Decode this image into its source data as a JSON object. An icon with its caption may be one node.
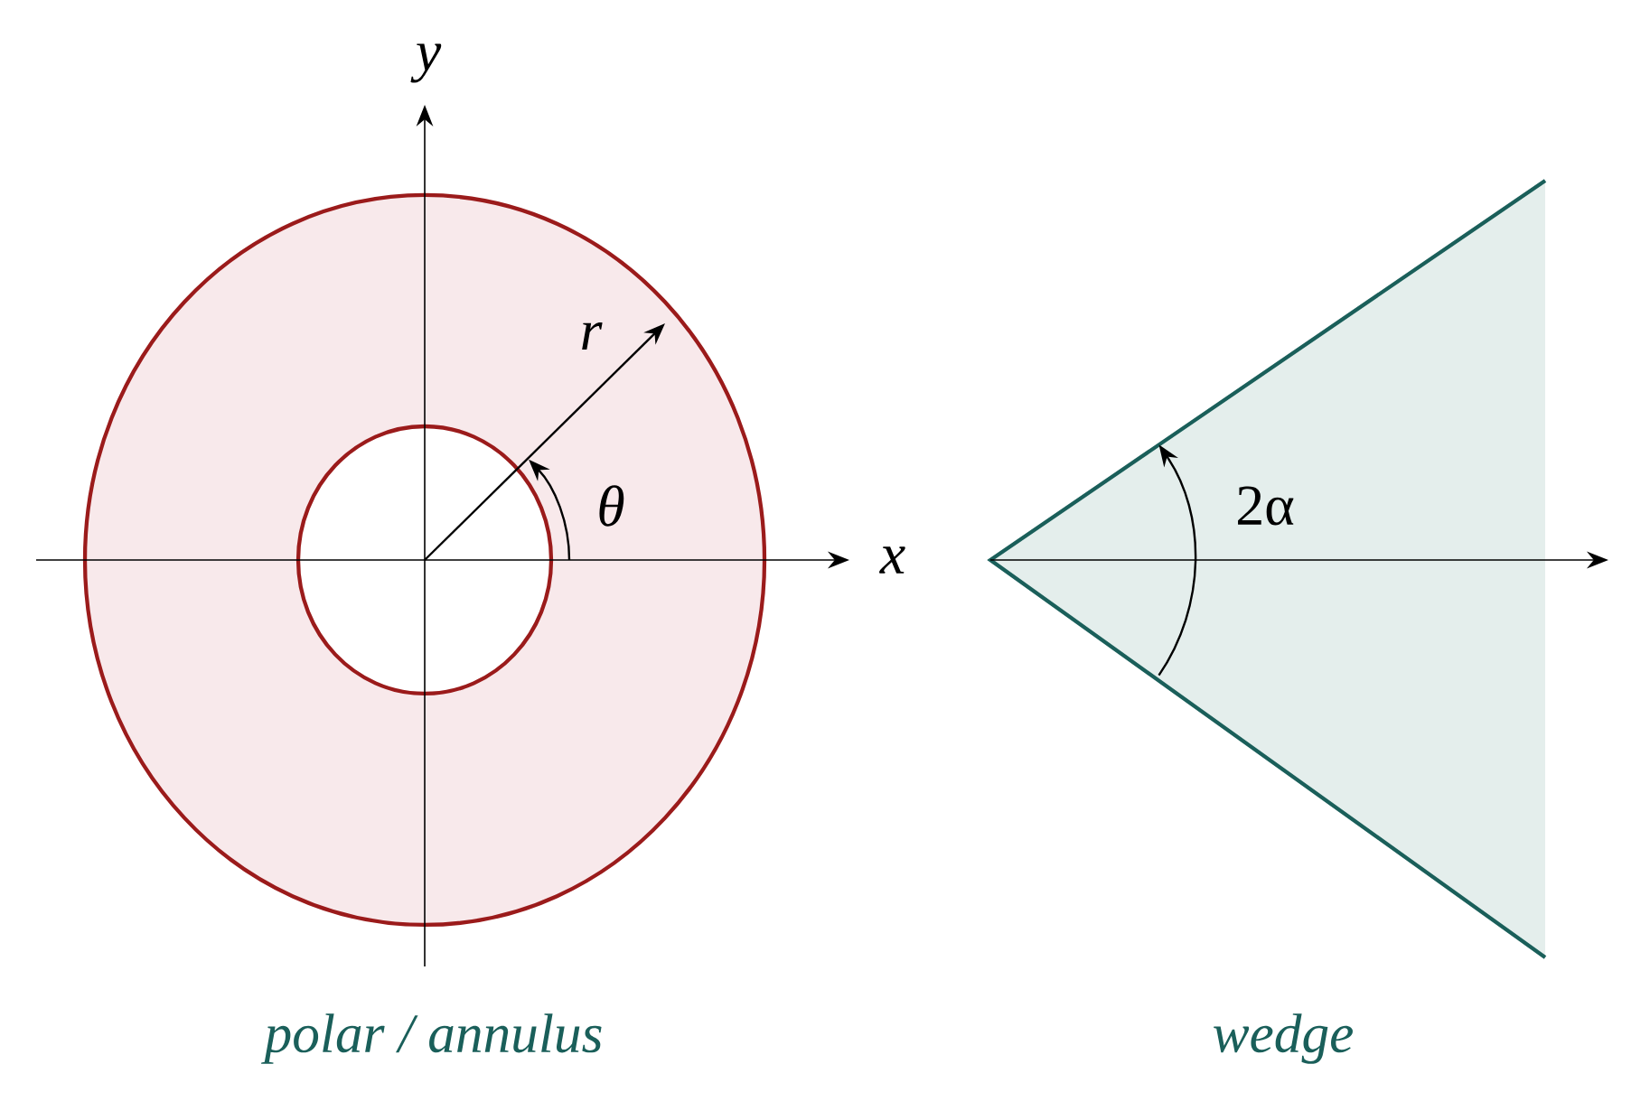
{
  "diagram": {
    "labels": [
      "y",
      "x",
      "r",
      "θ",
      "2α",
      "polar / annulus",
      "wedge"
    ]
  }
}
